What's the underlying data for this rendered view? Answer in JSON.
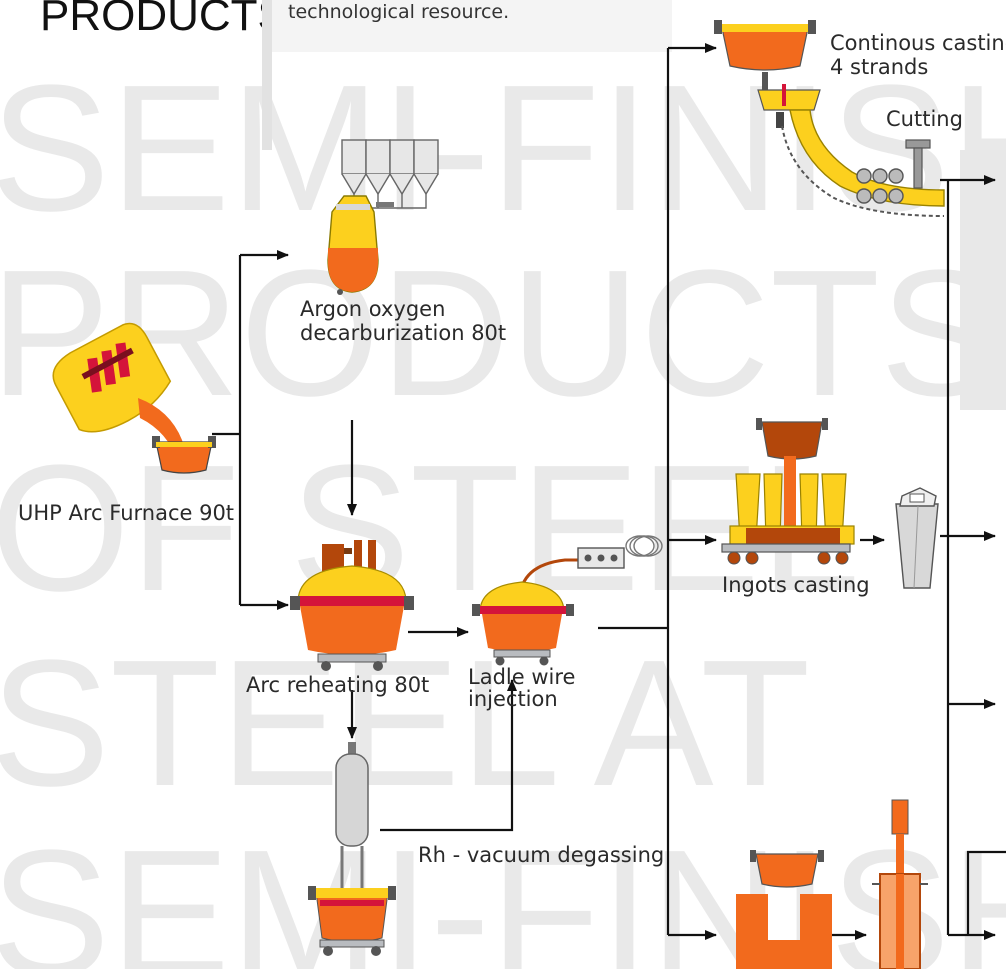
{
  "header": {
    "title_fragment": "PRODUCTS.",
    "intro_fragment": "technological resource."
  },
  "background_words": [
    "SEMI-FINISHED",
    "PRODUCTS",
    "OF STEEL",
    "STEEL AT",
    "SEMI-FINISHED"
  ],
  "labels": {
    "furnace": "UHP Arc Furnace 90t",
    "aod_line1": "Argon oxygen",
    "aod_line2": "decarburization 80t",
    "arc_reheating": "Arc reheating 80t",
    "ladle_line1": "Ladle wire",
    "ladle_line2": "injection",
    "vacuum": "Rh - vacuum degassing",
    "casting_line1": "Continous casting",
    "casting_line2": "4 strands",
    "cutting": "Cutting",
    "ingots": "Ingots casting"
  },
  "colors": {
    "orange": "#f26a1d",
    "red": "#d4143a",
    "yellow": "#fcd01e",
    "brown": "#b3470b",
    "grey": "#b9bcc0",
    "line": "#111111"
  }
}
